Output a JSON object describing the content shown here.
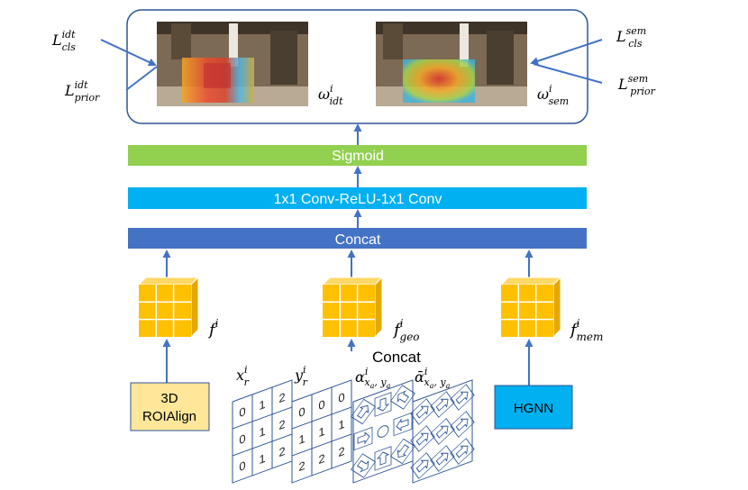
{
  "top_panel": {
    "losses_left": {
      "cls": {
        "base": "L",
        "sup": "idt",
        "sub": "cls"
      },
      "prior": {
        "base": "L",
        "sup": "idt",
        "sub": "prior"
      }
    },
    "losses_right": {
      "cls": {
        "base": "L",
        "sup": "sem",
        "sub": "cls"
      },
      "prior": {
        "base": "L",
        "sup": "sem",
        "sub": "prior"
      }
    },
    "omega_idt": {
      "base": "ω",
      "sup": "i",
      "sub": "idt"
    },
    "omega_sem": {
      "base": "ω",
      "sup": "i",
      "sub": "sem"
    }
  },
  "layers": {
    "sigmoid": "Sigmoid",
    "conv": "1x1 Conv-ReLU-1x1 Conv",
    "concat": "Concat"
  },
  "features": {
    "f": {
      "base": "f",
      "sup": "i",
      "sub": ""
    },
    "f_geo": {
      "base": "f",
      "sup": "i",
      "sub": "geo"
    },
    "f_mem": {
      "base": "f",
      "sup": "i",
      "sub": "mem"
    }
  },
  "inputs": {
    "roi_line1": "3D",
    "roi_line2": "ROIAlign",
    "concat_label": "Concat",
    "hgnn": "HGNN",
    "xr": {
      "base": "x",
      "sup": "i",
      "sub": "r"
    },
    "yr": {
      "base": "y",
      "sup": "i",
      "sub": "r"
    },
    "alpha": {
      "base": "α",
      "sup": "i",
      "sub": "x",
      "subsub": "a",
      "tail": ", y",
      "tailsub": "a"
    },
    "alpha_bar": {
      "base": "ᾱ",
      "sup": "i",
      "sub": "x",
      "subsub": "a",
      "tail": ", y",
      "tailsub": "a"
    },
    "grid_x": [
      [
        "0",
        "1",
        "2"
      ],
      [
        "0",
        "1",
        "2"
      ],
      [
        "0",
        "1",
        "2"
      ]
    ],
    "grid_y": [
      [
        "0",
        "0",
        "0"
      ],
      [
        "1",
        "1",
        "1"
      ],
      [
        "2",
        "2",
        "2"
      ]
    ]
  },
  "colors": {
    "sigmoid": "#92d050",
    "conv": "#00b0f0",
    "concat": "#4472c4",
    "cube": "#ffc000",
    "roi": "#ffe699",
    "hgnn": "#00b0f0",
    "arrow": "#4472c4",
    "grid": "#2e5597"
  }
}
